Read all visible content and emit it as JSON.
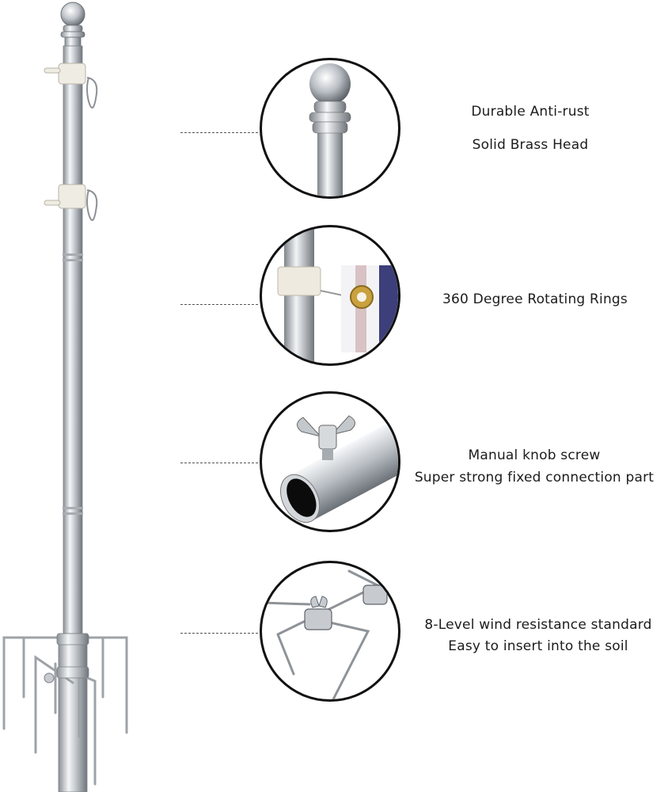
{
  "features": [
    {
      "id": "head",
      "icon": "ball-finial-icon",
      "lines": [
        "Durable Anti-rust",
        "Solid Brass Head"
      ]
    },
    {
      "id": "rings",
      "icon": "rotating-ring-icon",
      "lines": [
        "360 Degree Rotating Rings"
      ]
    },
    {
      "id": "screw",
      "icon": "wing-nut-icon",
      "lines": [
        "Manual knob screw",
        "Super strong fixed connection part"
      ]
    },
    {
      "id": "stake",
      "icon": "ground-stake-icon",
      "lines": [
        "8-Level wind resistance standard",
        "Easy to insert into the soil"
      ]
    }
  ],
  "colors": {
    "metal": "#c9cdd2",
    "metal_dark": "#7d838a",
    "outline": "#111111",
    "text": "#1c1c1c",
    "ring": "#eeeae0"
  }
}
